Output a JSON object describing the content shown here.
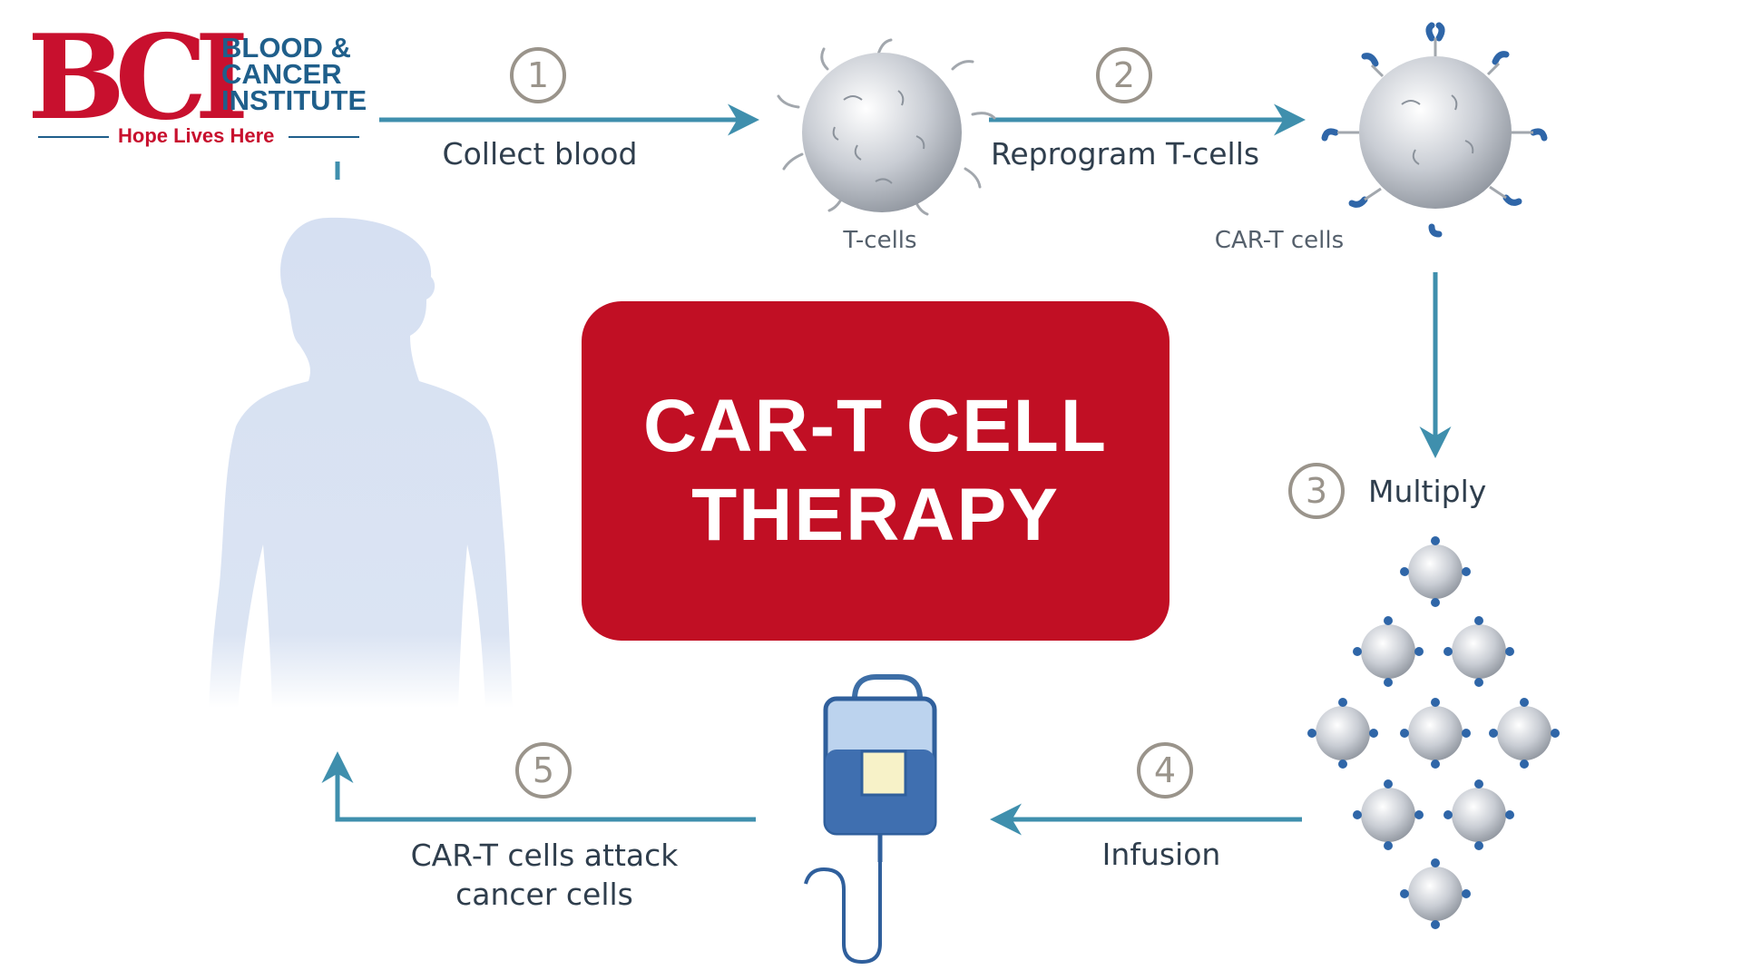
{
  "logo": {
    "mark": "BCI",
    "line1": "BLOOD &",
    "line2": "CANCER",
    "line3": "INSTITUTE",
    "tagline": "Hope Lives Here"
  },
  "title": "CAR-T CELL\nTHERAPY",
  "steps": [
    {
      "number": "1",
      "label": "Collect blood"
    },
    {
      "number": "2",
      "label": "Reprogram T-cells"
    },
    {
      "number": "3",
      "label": "Multiply"
    },
    {
      "number": "4",
      "label": "Infusion"
    },
    {
      "number": "5",
      "label": "CAR-T cells attack\ncancer cells"
    }
  ],
  "cell_labels": {
    "tcells": "T-cells",
    "cart": "CAR-T cells"
  },
  "colors": {
    "arrow": "#3f8fad",
    "brand_red": "#c10f24",
    "brand_blue": "#1f5f8b",
    "silhouette": "#d8e2f2",
    "receptor": "#2f66a8"
  }
}
